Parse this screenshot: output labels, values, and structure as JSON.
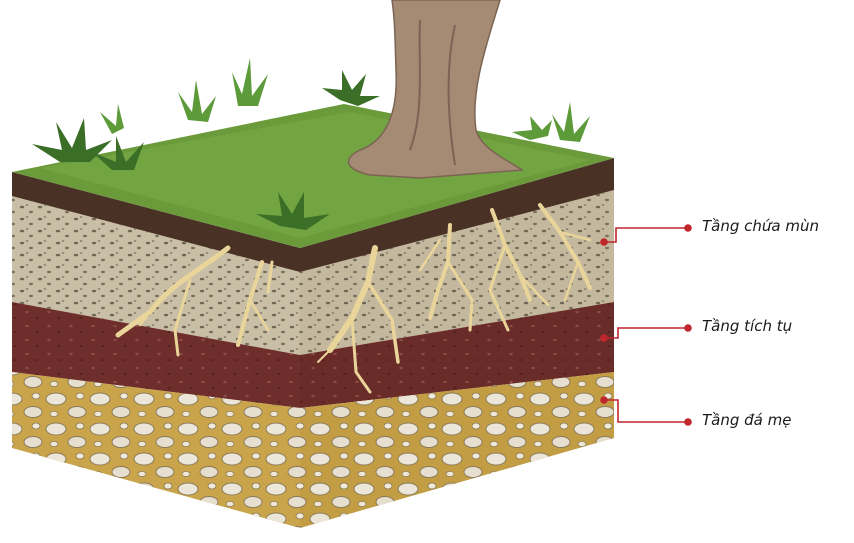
{
  "labels": {
    "humus_layer": "Tầng chứa mùn",
    "accumulation_layer": "Tầng tích tụ",
    "parent_rock_layer": "Tầng đá mẹ"
  },
  "colors": {
    "grass_top": "#6a9a3a",
    "humus_band": "#4a3126",
    "topsoil": "#c9bfa6",
    "accumulation": "#6e2f2c",
    "parent_rock": "#c9a44a",
    "roots": "#e9d59a",
    "leader_line": "#c0272d",
    "trunk": "#a58a74"
  }
}
